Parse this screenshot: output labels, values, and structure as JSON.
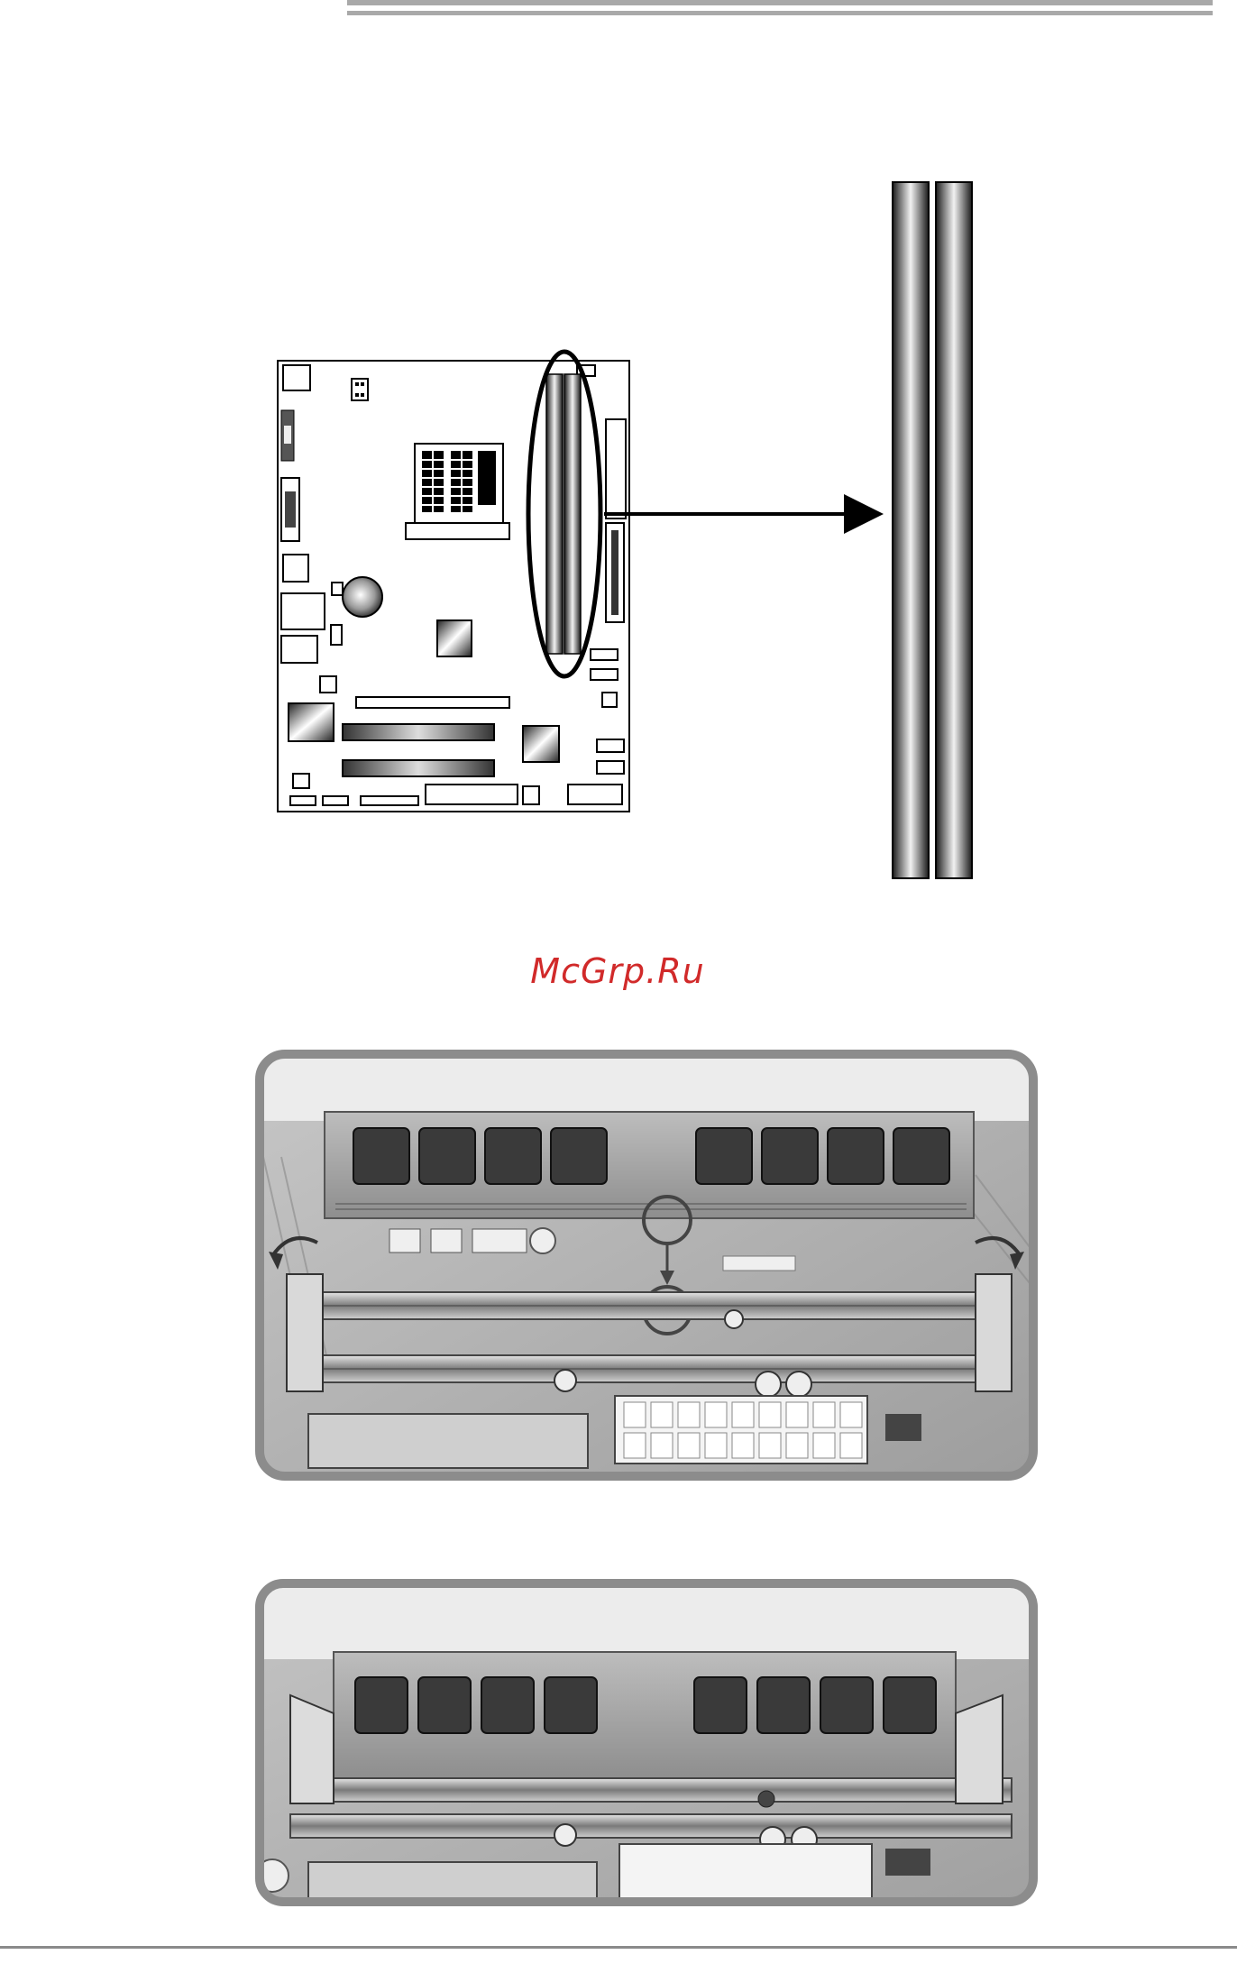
{
  "watermark": {
    "text": "McGrp.Ru",
    "color": "#d12a2a"
  },
  "figures": {
    "motherboard": {
      "icon": "motherboard-dimm-location-diagram"
    },
    "photo_unlock": {
      "icon": "dimm-insertion-photo-unlocked-clips"
    },
    "photo_installed": {
      "icon": "dimm-installed-photo-locked-clips"
    }
  }
}
